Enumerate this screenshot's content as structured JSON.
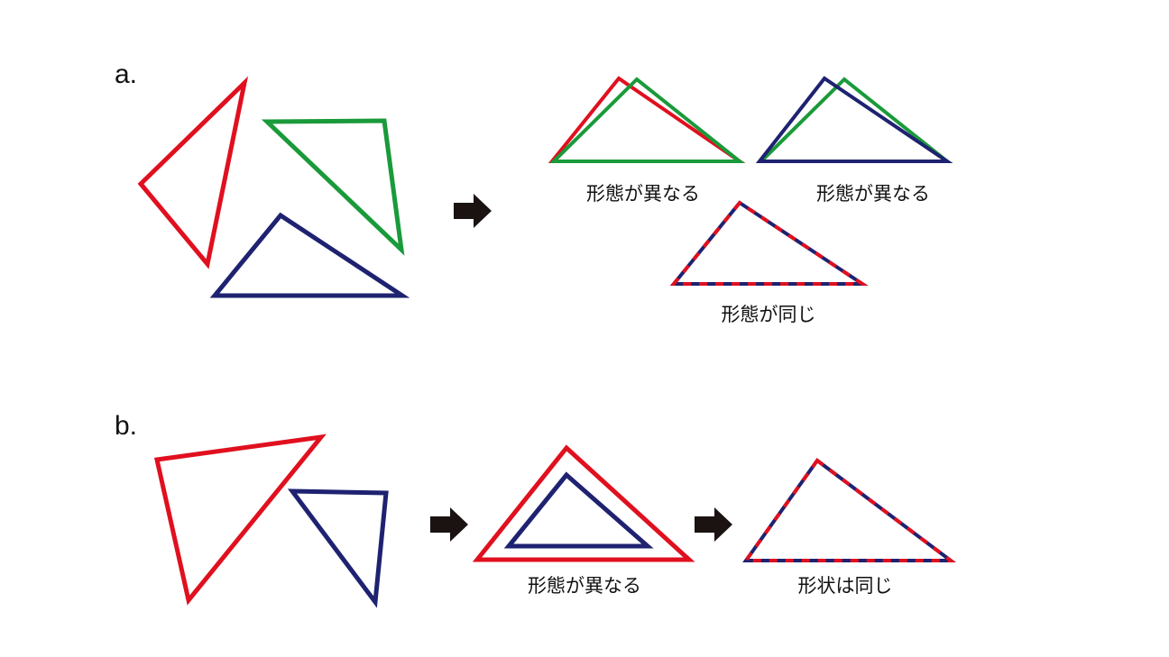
{
  "colors": {
    "red": "#e0101f",
    "green": "#1a9a3a",
    "navy": "#1e2270",
    "arrow": "#1a1311"
  },
  "panel_a": {
    "label": "a.",
    "captions": {
      "red_vs_green": "形態が異なる",
      "navy_vs_green": "形態が異なる",
      "red_vs_navy": "形態が同じ"
    }
  },
  "panel_b": {
    "label": "b.",
    "captions": {
      "nested": "形態が異なる",
      "overlap": "形状は同じ"
    }
  }
}
